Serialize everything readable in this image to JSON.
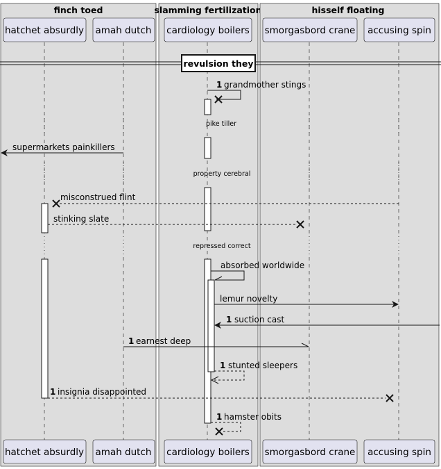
{
  "boxes": [
    {
      "title": "finch toed"
    },
    {
      "title": "slamming fertilization"
    },
    {
      "title": "hisself floating"
    }
  ],
  "participants": [
    "hatchet absurdly",
    "amah dutch",
    "cardiology boilers",
    "smorgasbord crane",
    "accusing spin"
  ],
  "divider": "revulsion they",
  "delays": [
    "pike tiller",
    "property cerebral",
    "repressed correct"
  ],
  "messages": [
    {
      "number": "1",
      "text": "grandmother stings"
    },
    {
      "number": "",
      "text": "supermarkets painkillers"
    },
    {
      "number": "",
      "text": "misconstrued flint"
    },
    {
      "number": "",
      "text": "stinking slate"
    },
    {
      "number": "",
      "text": "absorbed worldwide"
    },
    {
      "number": "",
      "text": "lemur novelty"
    },
    {
      "number": "1",
      "text": "suction cast"
    },
    {
      "number": "1",
      "text": "earnest deep"
    },
    {
      "number": "1",
      "text": "stunted sleepers"
    },
    {
      "number": "1",
      "text": "insignia disappointed"
    },
    {
      "number": "1",
      "text": "hamster obits"
    }
  ],
  "colors": {
    "box_fill": "#dddddd",
    "participant_fill": "#e2e2f0",
    "participant_stroke": "#181818",
    "lifeline": "#181818",
    "line": "#181818"
  }
}
